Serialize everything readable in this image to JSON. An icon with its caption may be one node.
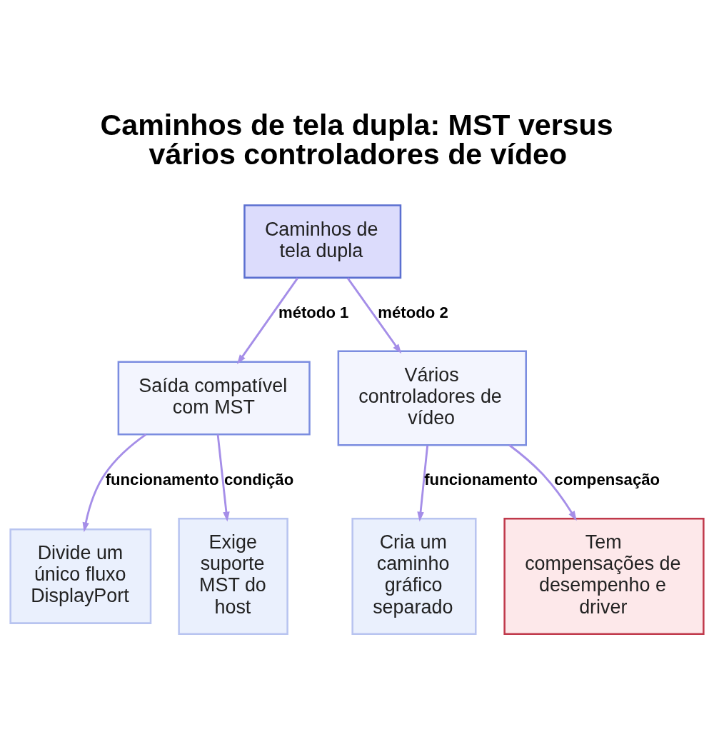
{
  "diagram": {
    "title": "Caminhos de tela dupla: MST versus vários controladores de vídeo",
    "nodes": [
      {
        "text": [
          "Caminhos de tela dupla"
        ]
      },
      {
        "text": [
          "Saída compatível com MST"
        ]
      },
      {
        "text": [
          "Vários controladores de vídeo"
        ]
      },
      {
        "text": [
          "Divide um único fluxo DisplayPort"
        ]
      },
      {
        "text": [
          "Exige suporte MST do host"
        ]
      },
      {
        "text": [
          "Cria um caminho gráfico separado"
        ]
      },
      {
        "text": [
          "Tem compensações de desempenho e driver"
        ]
      }
    ],
    "edges": [
      {
        "from": 0,
        "to": 1,
        "arrow": "to",
        "label": "método 1"
      },
      {
        "from": 0,
        "to": 2,
        "arrow": "to",
        "label": "método 2"
      },
      {
        "from": 1,
        "to": 3,
        "arrow": "to",
        "label": "funcionamento"
      },
      {
        "from": 1,
        "to": 4,
        "arrow": "to",
        "label": "condição"
      },
      {
        "from": 2,
        "to": 5,
        "arrow": "to",
        "label": "funcionamento"
      },
      {
        "from": 2,
        "to": 6,
        "arrow": "to",
        "label": "compensação"
      }
    ]
  }
}
